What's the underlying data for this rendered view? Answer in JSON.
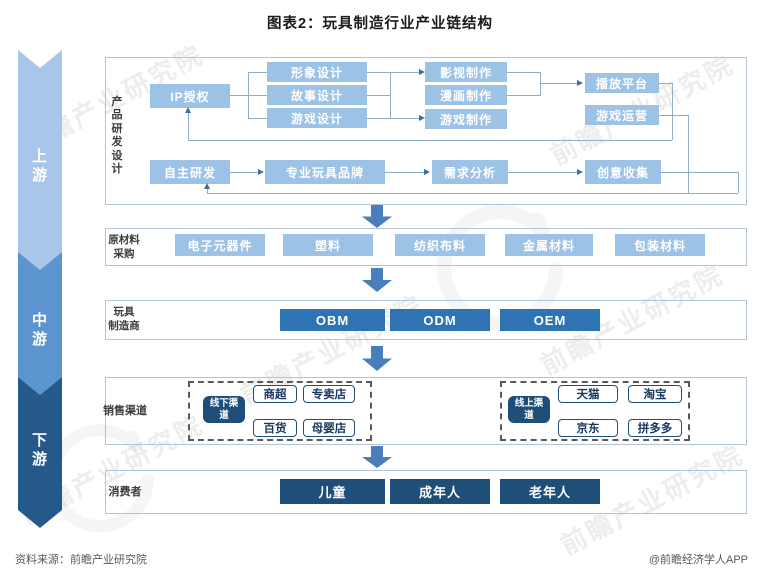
{
  "title": "图表2：玩具制造行业产业链结构",
  "ribbon": {
    "segments": [
      {
        "label": "上游",
        "color": "#A8C7E8"
      },
      {
        "label": "中游",
        "color": "#5B94CE"
      },
      {
        "label": "下游",
        "color": "#26598B"
      }
    ]
  },
  "sections": {
    "rnd": {
      "label": "产品研发设计",
      "ip_box": "IP授权",
      "design_boxes": [
        "形象设计",
        "故事设计",
        "游戏设计"
      ],
      "production_boxes": [
        "影视制作",
        "漫画制作",
        "游戏制作"
      ],
      "platform_box": "播放平台",
      "operation_box": "游戏运营",
      "self_rnd_box": "自主研发",
      "brand_box": "专业玩具品牌",
      "demand_box": "需求分析",
      "idea_box": "创意收集"
    },
    "materials": {
      "label_lines": [
        "原材料",
        "采购"
      ],
      "boxes": [
        "电子元器件",
        "塑料",
        "纺织布料",
        "金属材料",
        "包装材料"
      ]
    },
    "manufacturers": {
      "label_lines": [
        "玩具",
        "制造商"
      ],
      "boxes": [
        "OBM",
        "ODM",
        "OEM"
      ]
    },
    "channels": {
      "label": "销售渠道",
      "offline": {
        "hub": "线下渠道",
        "items": [
          "商超",
          "专卖店",
          "百货",
          "母婴店"
        ]
      },
      "online": {
        "hub": "线上渠道",
        "items": [
          "天猫",
          "淘宝",
          "京东",
          "拼多多"
        ]
      }
    },
    "consumers": {
      "label": "消费者",
      "boxes": [
        "儿童",
        "成年人",
        "老年人"
      ]
    }
  },
  "footer": {
    "source": "资料来源：前瞻产业研究院",
    "credit": "@前瞻经济学人APP"
  },
  "watermark": {
    "text": "前瞻产业研究院"
  },
  "colors": {
    "light_box": "#9CC2E5",
    "mid_blue_box": "#2E74B5",
    "navy_box": "#1F4E79",
    "block_arrow": "#4A7EBB",
    "ribbon_up": "#A8C7E8",
    "ribbon_mid": "#5B94CE",
    "ribbon_down": "#26598B"
  }
}
